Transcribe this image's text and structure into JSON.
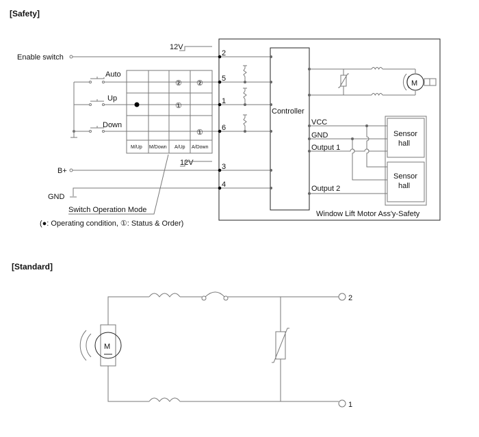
{
  "safety": {
    "title": "[Safety]",
    "left_labels": {
      "enable_switch": "Enable switch",
      "auto": "Auto",
      "up": "Up",
      "down": "Down",
      "b_plus": "B+",
      "gnd": "GND"
    },
    "supply_labels": [
      "12V",
      "12V"
    ],
    "pins": [
      "2",
      "5",
      "1",
      "6",
      "3",
      "4"
    ],
    "grid": {
      "columns": [
        "M/Up",
        "M/Down",
        "A/Up",
        "A/Down"
      ],
      "marks": {
        "auto_aup": "②",
        "auto_adown": "②",
        "up_aup": "①",
        "down_adown": "①"
      }
    },
    "mode_label": "Switch Operation Mode",
    "legend": "(●: Operating condition, ①: Status & Order)",
    "controller_label": "Controller",
    "motor_label": "M",
    "sensor_signals": [
      "VCC",
      "GND",
      "Output 1",
      "Output 2"
    ],
    "sensor_labels": [
      "Sensor\nhall",
      "Sensor\nhall"
    ],
    "sensor_line1": "Sensor",
    "sensor_line2": "hall",
    "assembly_label": "Window Lift Motor Ass'y-Safety"
  },
  "standard": {
    "title": "[Standard]",
    "motor_label": "M",
    "terminals": [
      "2",
      "1"
    ]
  }
}
